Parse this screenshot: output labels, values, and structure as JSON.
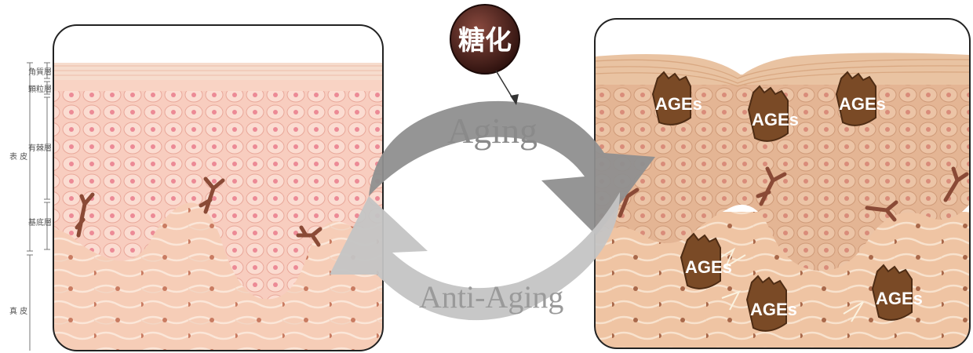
{
  "layers": {
    "epidermis": "表 皮",
    "dermis": "真 皮",
    "stratum_corneum": "角質層",
    "stratum_granulosum": "顆粒層",
    "stratum_spinosum": "有棘層",
    "stratum_basale": "基底層"
  },
  "badge": "糖化",
  "cycle": {
    "top": "Aging",
    "bottom": "Anti-Aging"
  },
  "ages": [
    "AGEs",
    "AGEs",
    "AGEs",
    "AGEs",
    "AGEs",
    "AGEs"
  ],
  "colors": {
    "healthy_skin": "#f7c9b9",
    "aged_skin": "#e2b38f",
    "ages_blob": "#7a4a26",
    "arrow_dark": "#8f8f8f",
    "arrow_light": "#c4c4c4",
    "badge": "#4a1f1a"
  }
}
